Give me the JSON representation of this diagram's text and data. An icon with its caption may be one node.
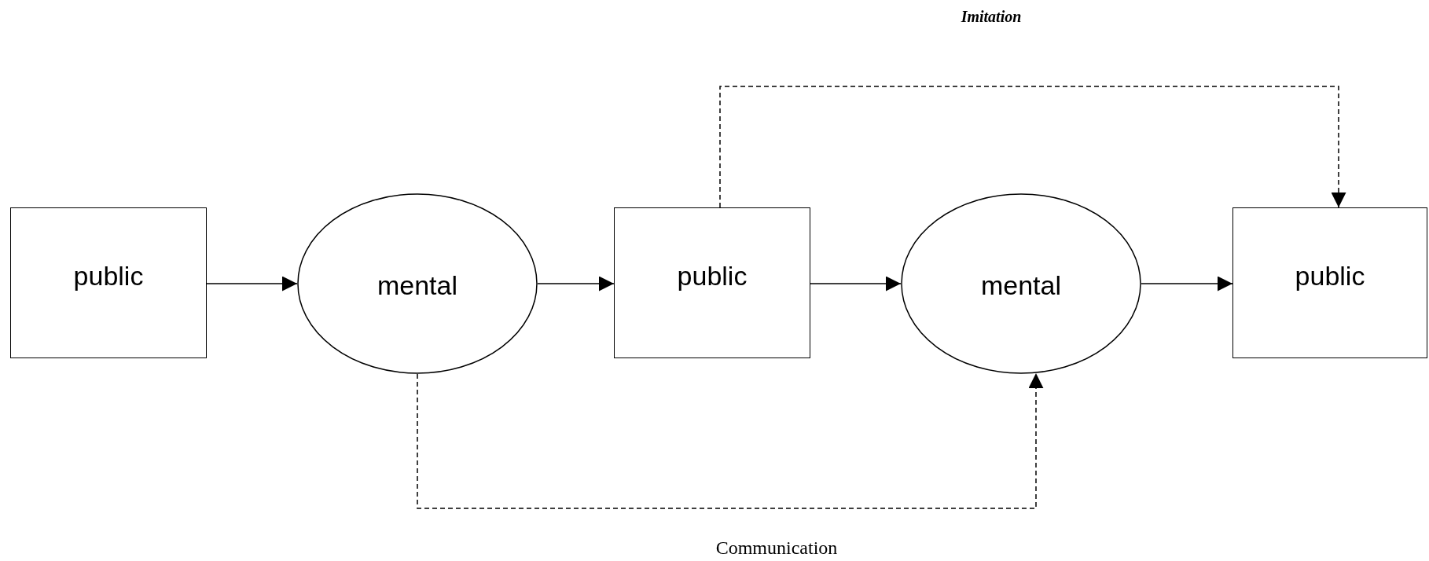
{
  "diagram": {
    "nodes": [
      {
        "text": [
          "public"
        ]
      },
      {
        "text": [
          "mental"
        ]
      },
      {
        "text": [
          "public"
        ]
      },
      {
        "text": [
          "mental"
        ]
      },
      {
        "text": [
          "public"
        ]
      }
    ],
    "edges": [
      {
        "from": 0,
        "to": 1,
        "arrow": "to"
      },
      {
        "from": 1,
        "to": 2,
        "arrow": "to"
      },
      {
        "from": 2,
        "to": 3,
        "arrow": "to"
      },
      {
        "from": 3,
        "to": 4,
        "arrow": "to"
      },
      {
        "from": 2,
        "to": 4,
        "arrow": "to",
        "style": "dashed",
        "label": "Imitation"
      },
      {
        "from": 1,
        "to": 3,
        "arrow": "to",
        "style": "dashed",
        "label": "Communication"
      }
    ]
  }
}
